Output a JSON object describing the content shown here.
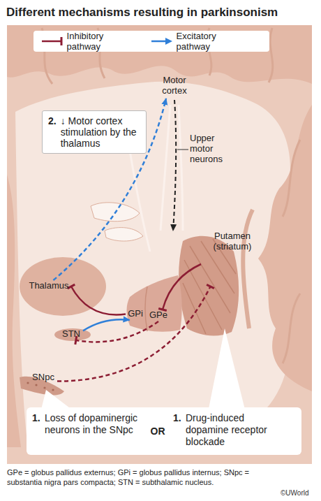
{
  "diagram": {
    "title": "Different mechanisms resulting in parkinsonism",
    "caption": "GPe = globus pallidus externus; GPi = globus pallidus internus; SNpc = substantia nigra pars compacta; STN = subthalamic nucleus.",
    "nodes": [
      {
        "text": [
          "Motor cortex"
        ]
      },
      {
        "text": [
          "2.",
          "↓ Motor cortex stimulation by the thalamus"
        ]
      },
      {
        "text": [
          "Putamen (striatum)"
        ]
      },
      {
        "text": [
          "Thalamus"
        ]
      },
      {
        "text": [
          "GPi"
        ]
      },
      {
        "text": [
          "GPe"
        ]
      },
      {
        "text": [
          "STN"
        ]
      },
      {
        "text": [
          "SNpc"
        ]
      },
      {
        "text": [
          "1.",
          "Loss of dopaminergic neurons in the SNpc",
          "OR",
          "1.",
          "Drug-induced dopamine receptor blockade"
        ]
      }
    ],
    "edges": [
      {
        "from": 2,
        "to": 5,
        "arrow": "to"
      },
      {
        "from": 5,
        "to": 6,
        "arrow": "to"
      },
      {
        "from": 6,
        "to": 4,
        "arrow": "to"
      },
      {
        "from": 4,
        "to": 3,
        "arrow": "to"
      },
      {
        "from": 3,
        "to": 0,
        "arrow": "to"
      },
      {
        "from": 7,
        "to": 2,
        "arrow": "to"
      }
    ],
    "labels": [
      "Upper motor neurons",
      "©UWorld"
    ],
    "legend": [
      {
        "text": "Inhibitory pathway"
      },
      {
        "text": "Excitatory pathway"
      }
    ]
  }
}
